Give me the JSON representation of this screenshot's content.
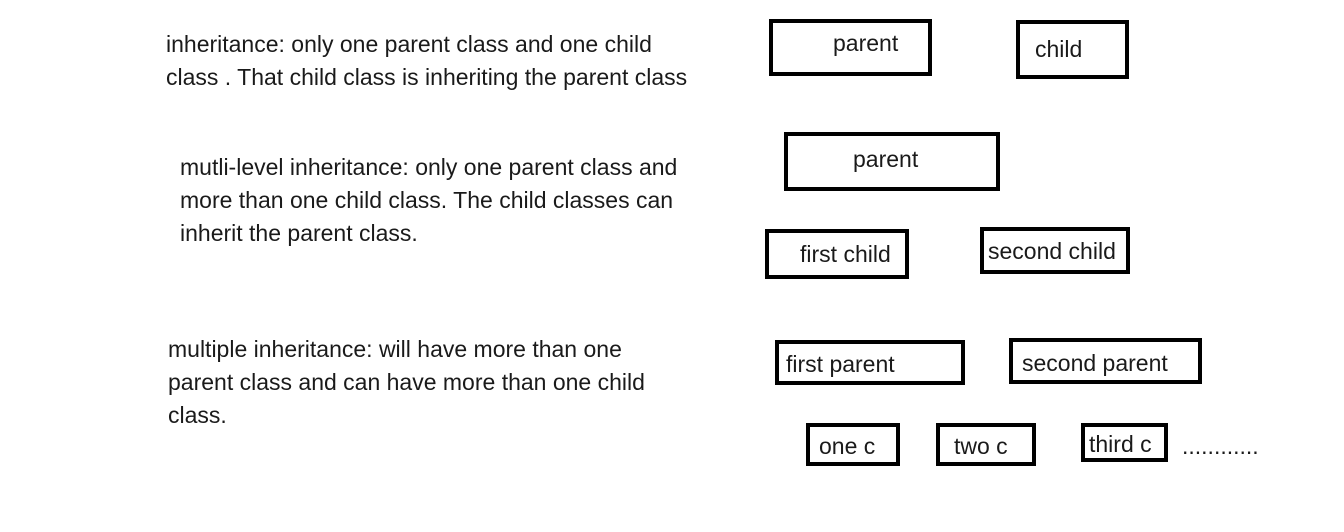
{
  "colors": {
    "background": "#ffffff",
    "border": "#000000",
    "text": "#1a1a1a"
  },
  "sections": [
    {
      "description_lines": [
        "inheritance: only one parent class and one child",
        "class . That child class is inheriting the parent class"
      ],
      "boxes": [
        "parent",
        "child"
      ]
    },
    {
      "description_lines": [
        "mutli-level inheritance: only one parent class and",
        "more than one child class. The child classes can",
        "inherit the parent class."
      ],
      "boxes": [
        "parent",
        "first child",
        "second child"
      ]
    },
    {
      "description_lines": [
        "multiple inheritance: will have more than one",
        "parent class and can have more than one child",
        "class."
      ],
      "boxes": [
        "first parent",
        "second parent",
        "one c",
        "two c",
        "third c"
      ],
      "ellipsis": "............"
    }
  ]
}
